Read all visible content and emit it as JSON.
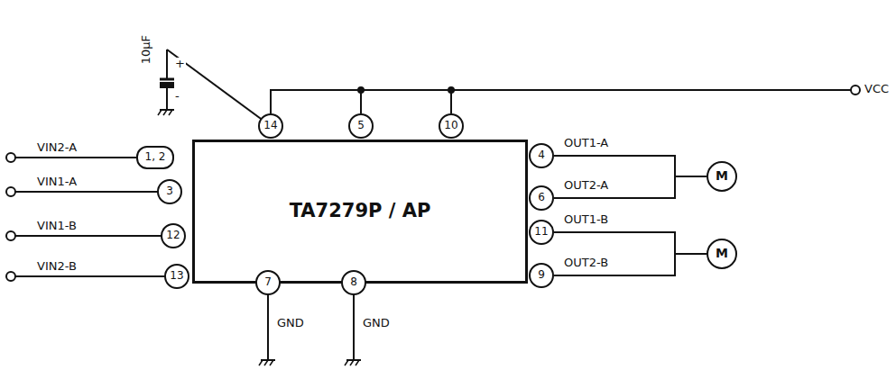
{
  "diagram": {
    "nodes": [
      {
        "text": [
          "TA7279P / AP"
        ]
      },
      {
        "text": [
          "14"
        ]
      },
      {
        "text": [
          "5"
        ]
      },
      {
        "text": [
          "10"
        ]
      },
      {
        "text": [
          "1, 2"
        ]
      },
      {
        "text": [
          "3"
        ]
      },
      {
        "text": [
          "12"
        ]
      },
      {
        "text": [
          "13"
        ]
      },
      {
        "text": [
          "4"
        ]
      },
      {
        "text": [
          "6"
        ]
      },
      {
        "text": [
          "11"
        ]
      },
      {
        "text": [
          "9"
        ]
      },
      {
        "text": [
          "7"
        ]
      },
      {
        "text": [
          "8"
        ]
      },
      {
        "text": [
          "M"
        ]
      },
      {
        "text": [
          "M"
        ]
      }
    ],
    "edges": [
      {
        "from": 1,
        "to": 2,
        "arrow": "none"
      },
      {
        "from": 2,
        "to": 3,
        "arrow": "none"
      },
      {
        "from": 8,
        "to": 14,
        "arrow": "none"
      },
      {
        "from": 9,
        "to": 14,
        "arrow": "none"
      },
      {
        "from": 10,
        "to": 15,
        "arrow": "none"
      },
      {
        "from": 11,
        "to": 15,
        "arrow": "none"
      }
    ],
    "labels": [
      "VIN2-A",
      "VIN1-A",
      "VIN1-B",
      "VIN2-B",
      "OUT1-A",
      "OUT2-A",
      "OUT1-B",
      "OUT2-B",
      "GND",
      "GND",
      "10μF",
      "+",
      "-",
      "VCC"
    ]
  }
}
